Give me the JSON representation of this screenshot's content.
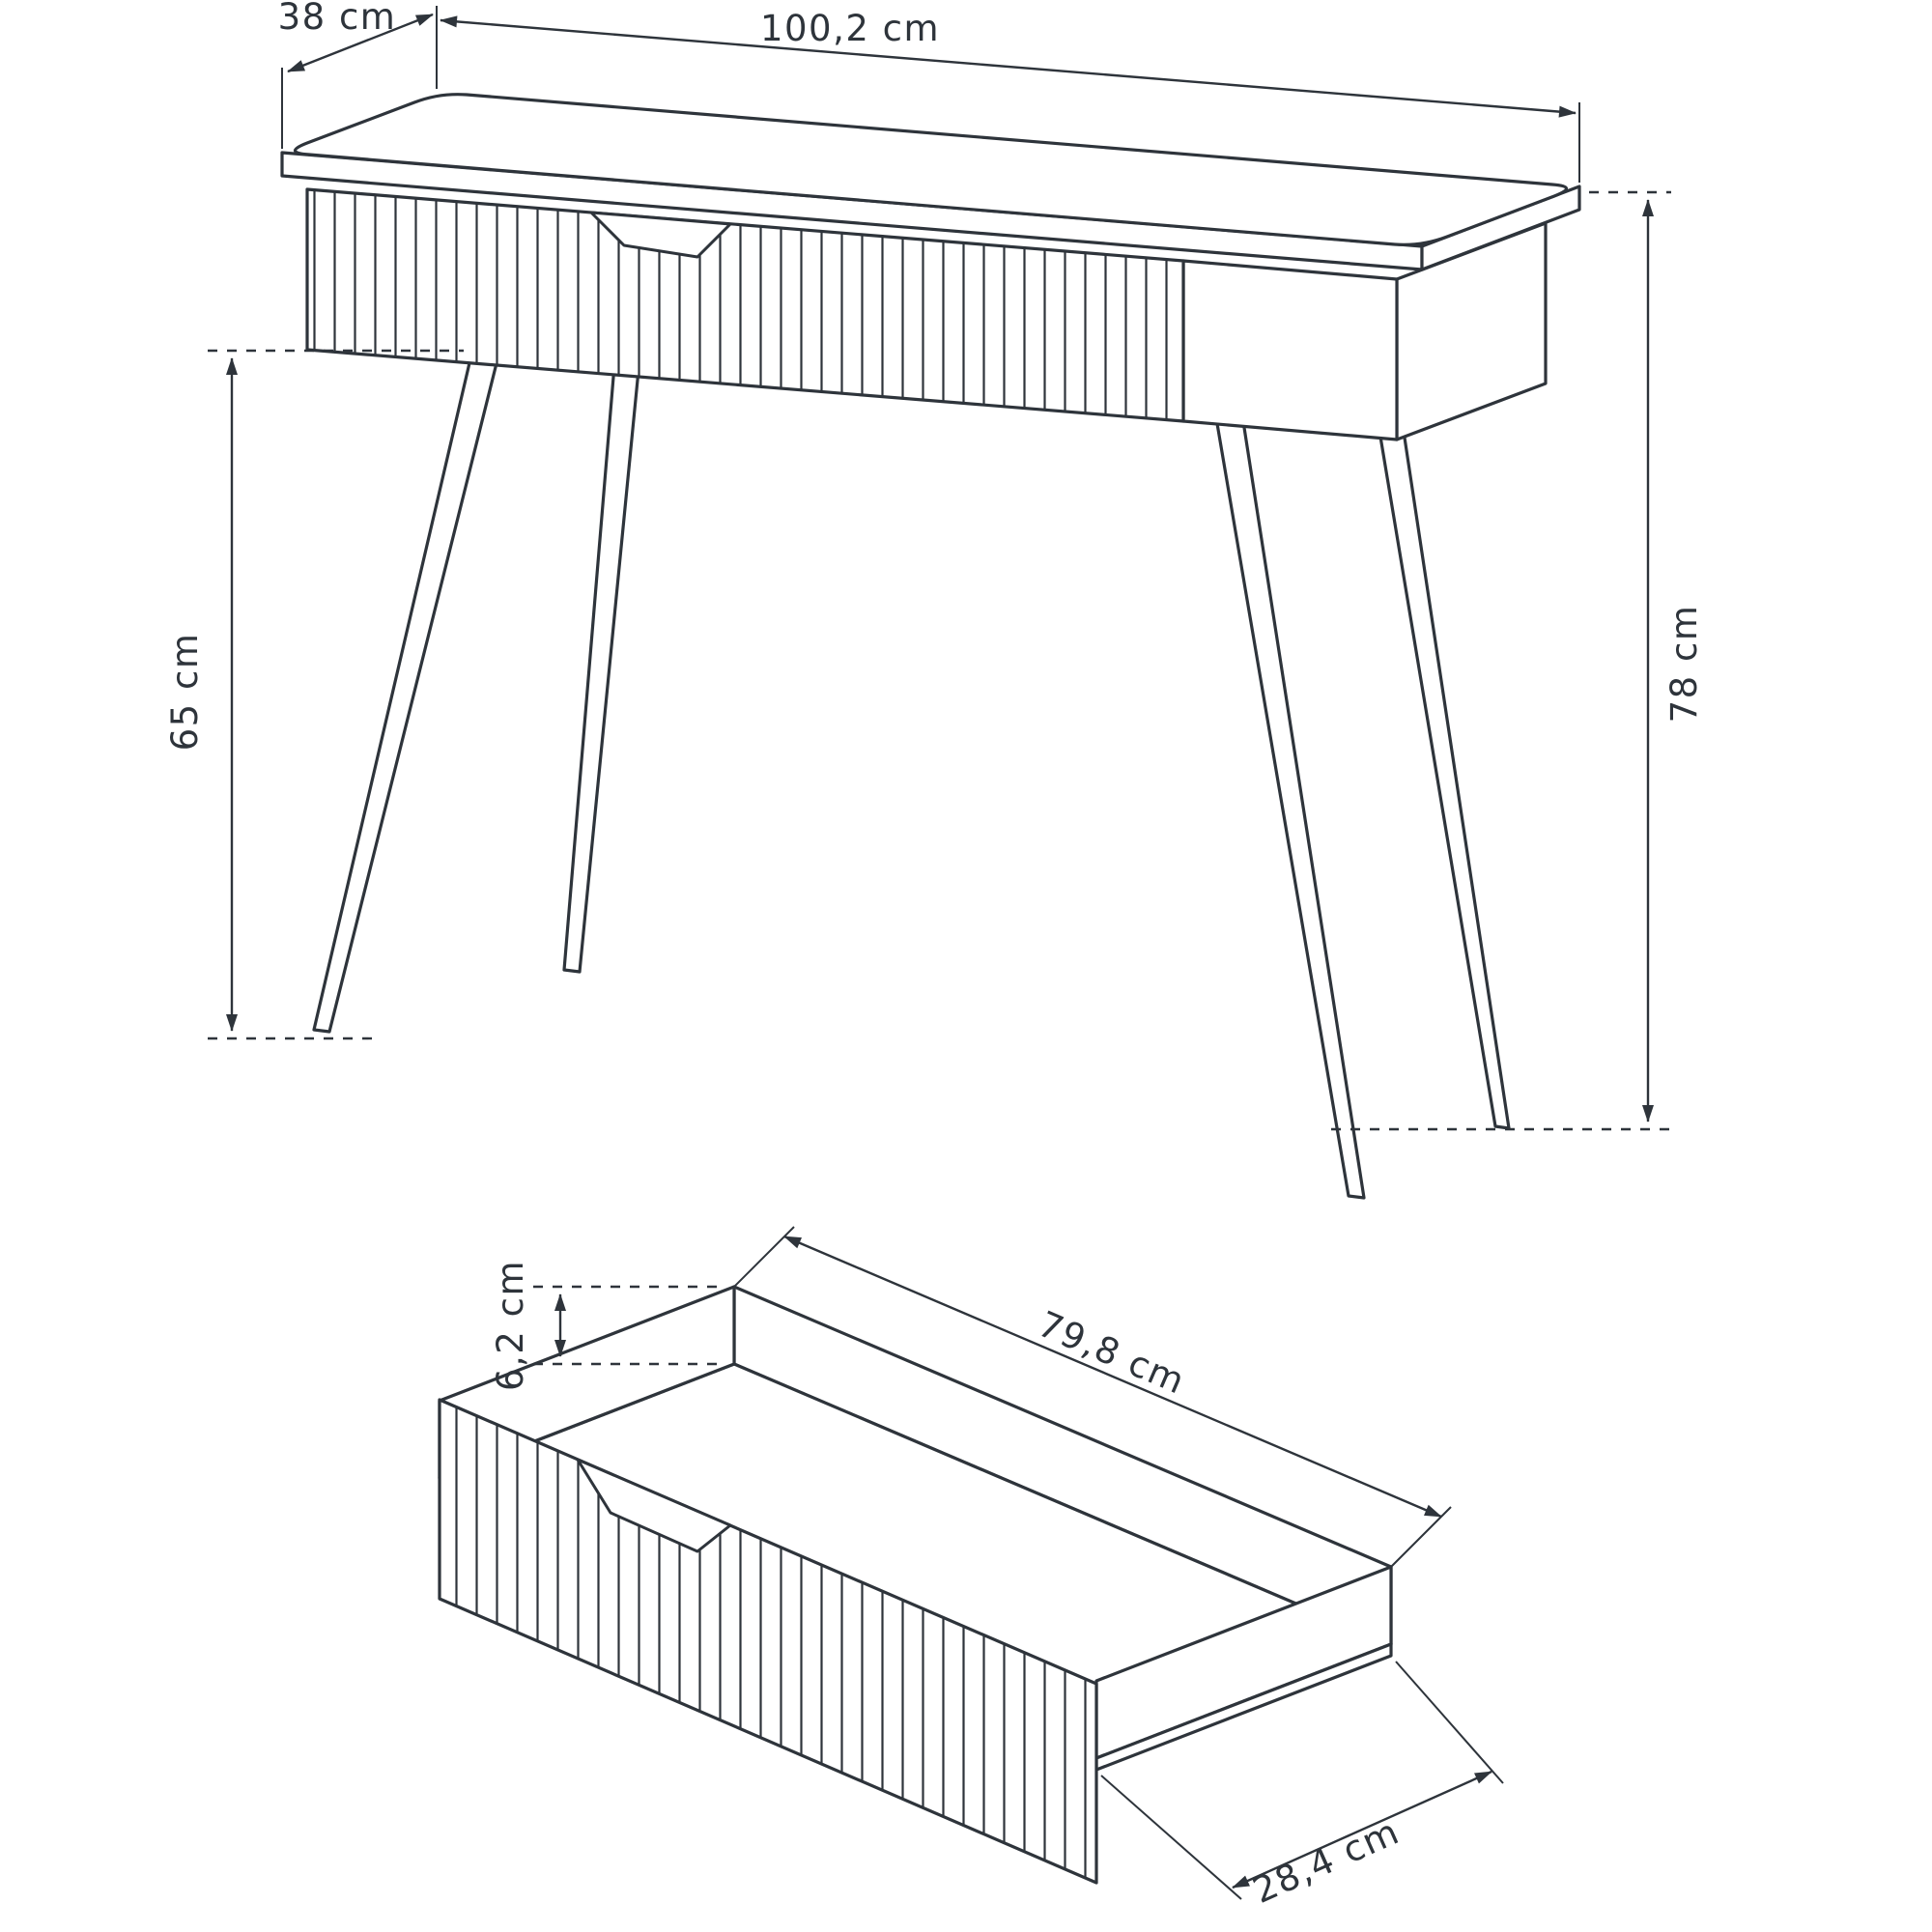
{
  "diagram": {
    "type": "furniture-technical-drawing",
    "labels": {
      "table_depth": "38 cm",
      "table_width": "100,2 cm",
      "leg_height": "65 cm",
      "table_height": "78 cm",
      "drawer_side_height": "6,2 cm",
      "drawer_length": "79,8 cm",
      "drawer_depth": "28,4 cm"
    },
    "colors": {
      "line": "#2e343b",
      "background": "#ffffff"
    }
  }
}
